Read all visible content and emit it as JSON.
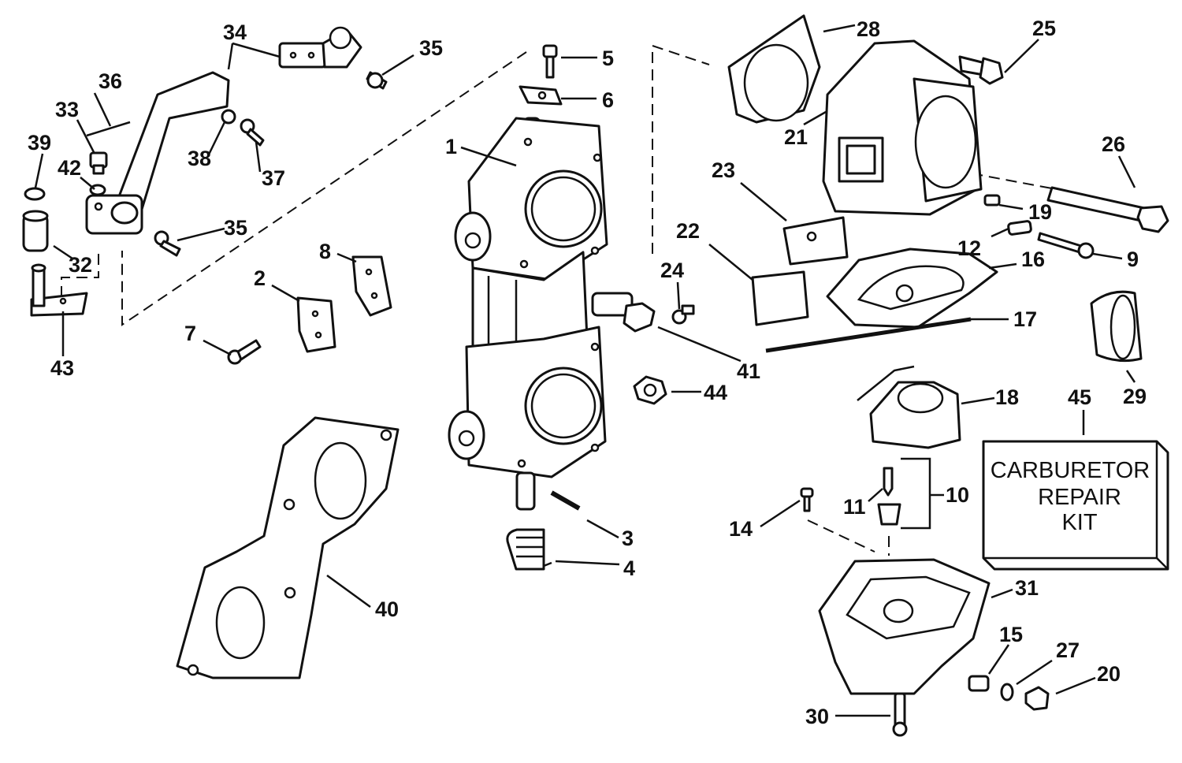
{
  "kit": {
    "line1": "CARBURETOR",
    "line2": "REPAIR",
    "line3": "KIT"
  },
  "callouts": {
    "c1": "1",
    "c2": "2",
    "c3": "3",
    "c4": "4",
    "c5": "5",
    "c6": "6",
    "c7": "7",
    "c8": "8",
    "c9": "9",
    "c10": "10",
    "c11": "11",
    "c12": "12",
    "c14": "14",
    "c15": "15",
    "c16": "16",
    "c17": "17",
    "c18": "18",
    "c19": "19",
    "c20": "20",
    "c21": "21",
    "c22": "22",
    "c23": "23",
    "c24": "24",
    "c25": "25",
    "c26": "26",
    "c27": "27",
    "c28": "28",
    "c29": "29",
    "c30": "30",
    "c31": "31",
    "c32": "32",
    "c33": "33",
    "c34": "34",
    "c35a": "35",
    "c35b": "35",
    "c36": "36",
    "c37": "37",
    "c38": "38",
    "c39": "39",
    "c40": "40",
    "c41": "41",
    "c42": "42",
    "c43": "43",
    "c44": "44",
    "c45": "45"
  }
}
